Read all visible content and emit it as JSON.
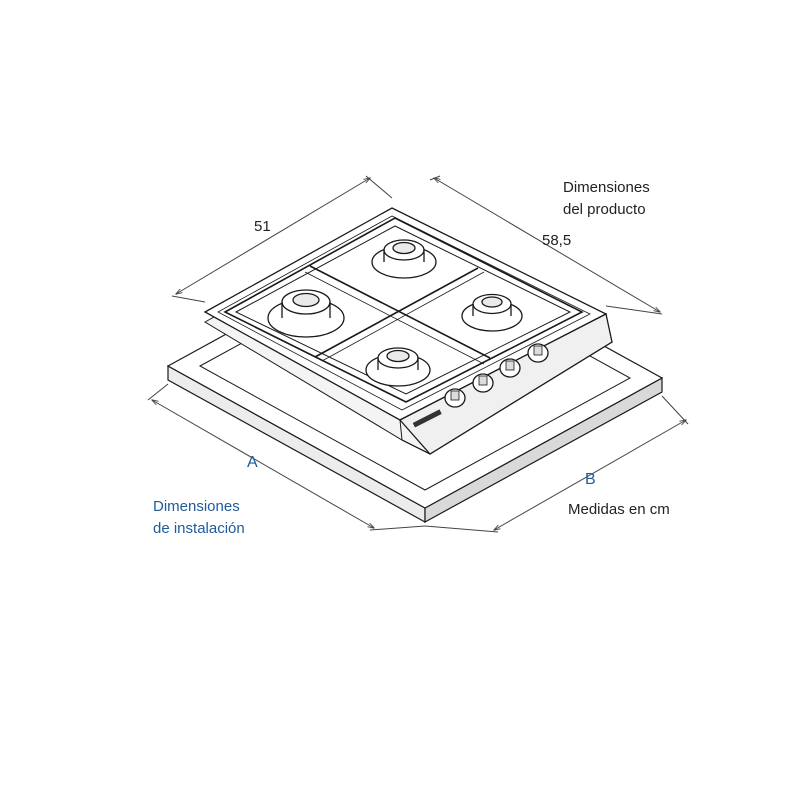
{
  "dimensions": {
    "width_value": "51",
    "depth_value": "58,5",
    "install_a": "A",
    "install_b": "B"
  },
  "product_dims_label": {
    "line1": "Dimensiones",
    "line2": "del producto"
  },
  "install_dims_label": {
    "line1": "Dimensiones",
    "line2": "de instalación"
  },
  "units_note": "Medidas en cm",
  "colors": {
    "line": "#1a1a1a",
    "blue_label": "#1f5b9c",
    "dimension_line": "#444444"
  }
}
